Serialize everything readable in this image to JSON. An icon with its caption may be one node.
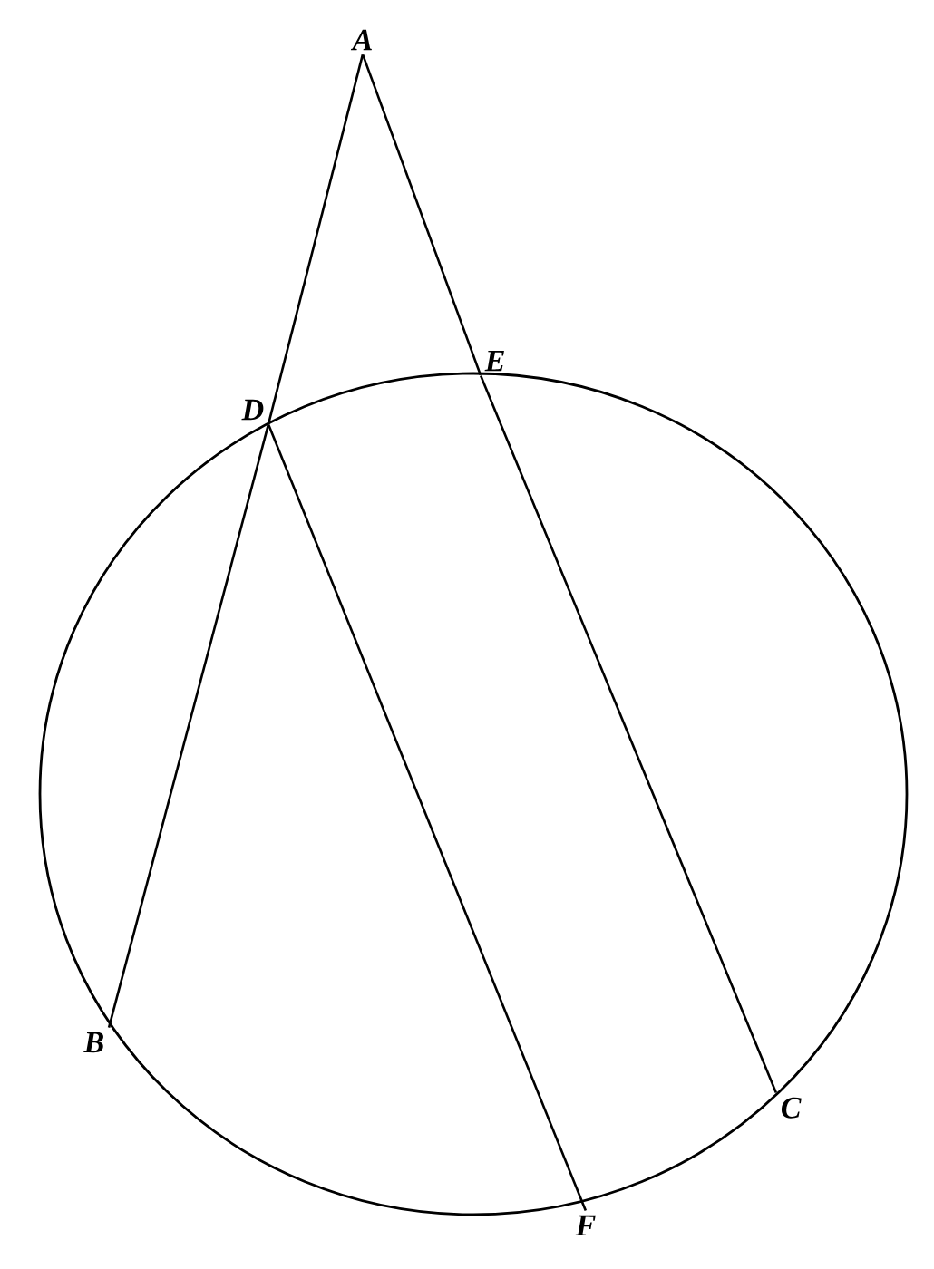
{
  "diagram": {
    "nodes": [
      {
        "text": [
          "A"
        ]
      },
      {
        "text": [
          "D"
        ]
      },
      {
        "text": [
          "E"
        ]
      },
      {
        "text": [
          "B"
        ]
      },
      {
        "text": [
          "C"
        ]
      },
      {
        "text": [
          "F"
        ]
      }
    ],
    "edges": [
      {
        "from": 0,
        "to": 1,
        "arrow": "none"
      },
      {
        "from": 1,
        "to": 3,
        "arrow": "none"
      },
      {
        "from": 0,
        "to": 2,
        "arrow": "none"
      },
      {
        "from": 2,
        "to": 4,
        "arrow": "none"
      },
      {
        "from": 1,
        "to": 5,
        "arrow": "none"
      }
    ]
  }
}
